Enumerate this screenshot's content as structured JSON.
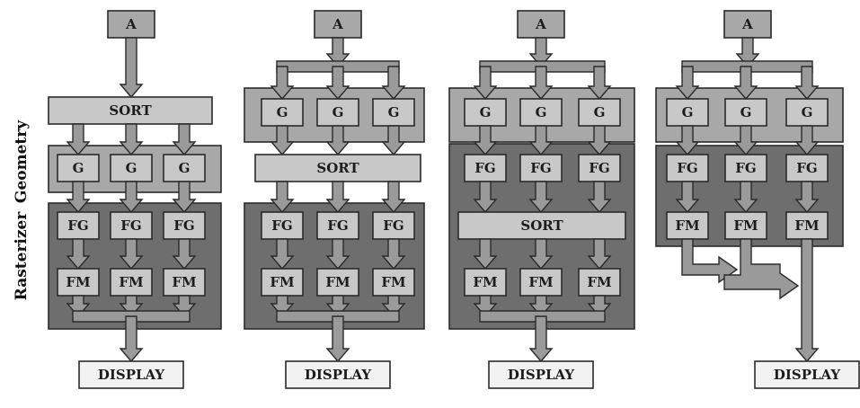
{
  "side_labels": {
    "geometry": "Geometry",
    "rasterizer": "Rasterizer"
  },
  "colors": {
    "arrow": "#9a9a9a",
    "arrow_edge": "#2a2a2a",
    "region_light": "#a8a8a8",
    "region_dark": "#6e6e6e",
    "box": "#c8c8c8",
    "display_box": "#f2f2f2",
    "border": "#2a2a2a"
  },
  "pipelines": [
    {
      "source_label": "A",
      "display_label": "DISPLAY",
      "stages": [
        {
          "type": "sort",
          "label": "SORT"
        },
        {
          "type": "row",
          "labels": [
            "G",
            "G",
            "G"
          ]
        },
        {
          "type": "row",
          "labels": [
            "FG",
            "FG",
            "FG"
          ]
        },
        {
          "type": "row",
          "labels": [
            "FM",
            "FM",
            "FM"
          ]
        }
      ]
    },
    {
      "source_label": "A",
      "display_label": "DISPLAY",
      "stages": [
        {
          "type": "row",
          "labels": [
            "G",
            "G",
            "G"
          ]
        },
        {
          "type": "sort",
          "label": "SORT"
        },
        {
          "type": "row",
          "labels": [
            "FG",
            "FG",
            "FG"
          ]
        },
        {
          "type": "row",
          "labels": [
            "FM",
            "FM",
            "FM"
          ]
        }
      ]
    },
    {
      "source_label": "A",
      "display_label": "DISPLAY",
      "stages": [
        {
          "type": "row",
          "labels": [
            "G",
            "G",
            "G"
          ]
        },
        {
          "type": "row",
          "labels": [
            "FG",
            "FG",
            "FG"
          ]
        },
        {
          "type": "sort",
          "label": "SORT"
        },
        {
          "type": "row",
          "labels": [
            "FM",
            "FM",
            "FM"
          ]
        }
      ]
    },
    {
      "source_label": "A",
      "display_label": "DISPLAY",
      "stages": [
        {
          "type": "row",
          "labels": [
            "G",
            "G",
            "G"
          ]
        },
        {
          "type": "row",
          "labels": [
            "FG",
            "FG",
            "FG"
          ]
        },
        {
          "type": "row",
          "labels": [
            "FM",
            "FM",
            "FM"
          ]
        }
      ]
    }
  ]
}
